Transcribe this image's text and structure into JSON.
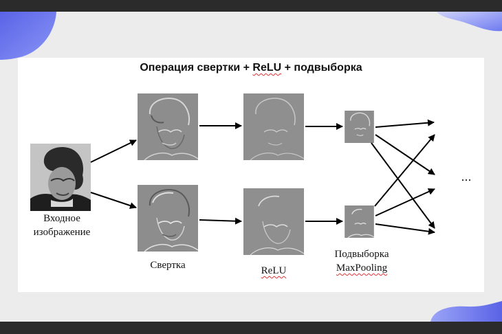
{
  "title": {
    "prefix": "Операция свертки + ",
    "relu": "ReLU",
    "suffix": " + подвыборка"
  },
  "labels": {
    "input_line1": "Входное",
    "input_line2": "изображение",
    "conv": "Свертка",
    "relu": "ReLU",
    "pool_line1": "Подвыборка",
    "pool_line2": "MaxPooling"
  },
  "ellipsis": "...",
  "colors": {
    "blob": "#6f7bf0",
    "feature_gray": "#8c8c8c",
    "arrow": "#000000"
  }
}
